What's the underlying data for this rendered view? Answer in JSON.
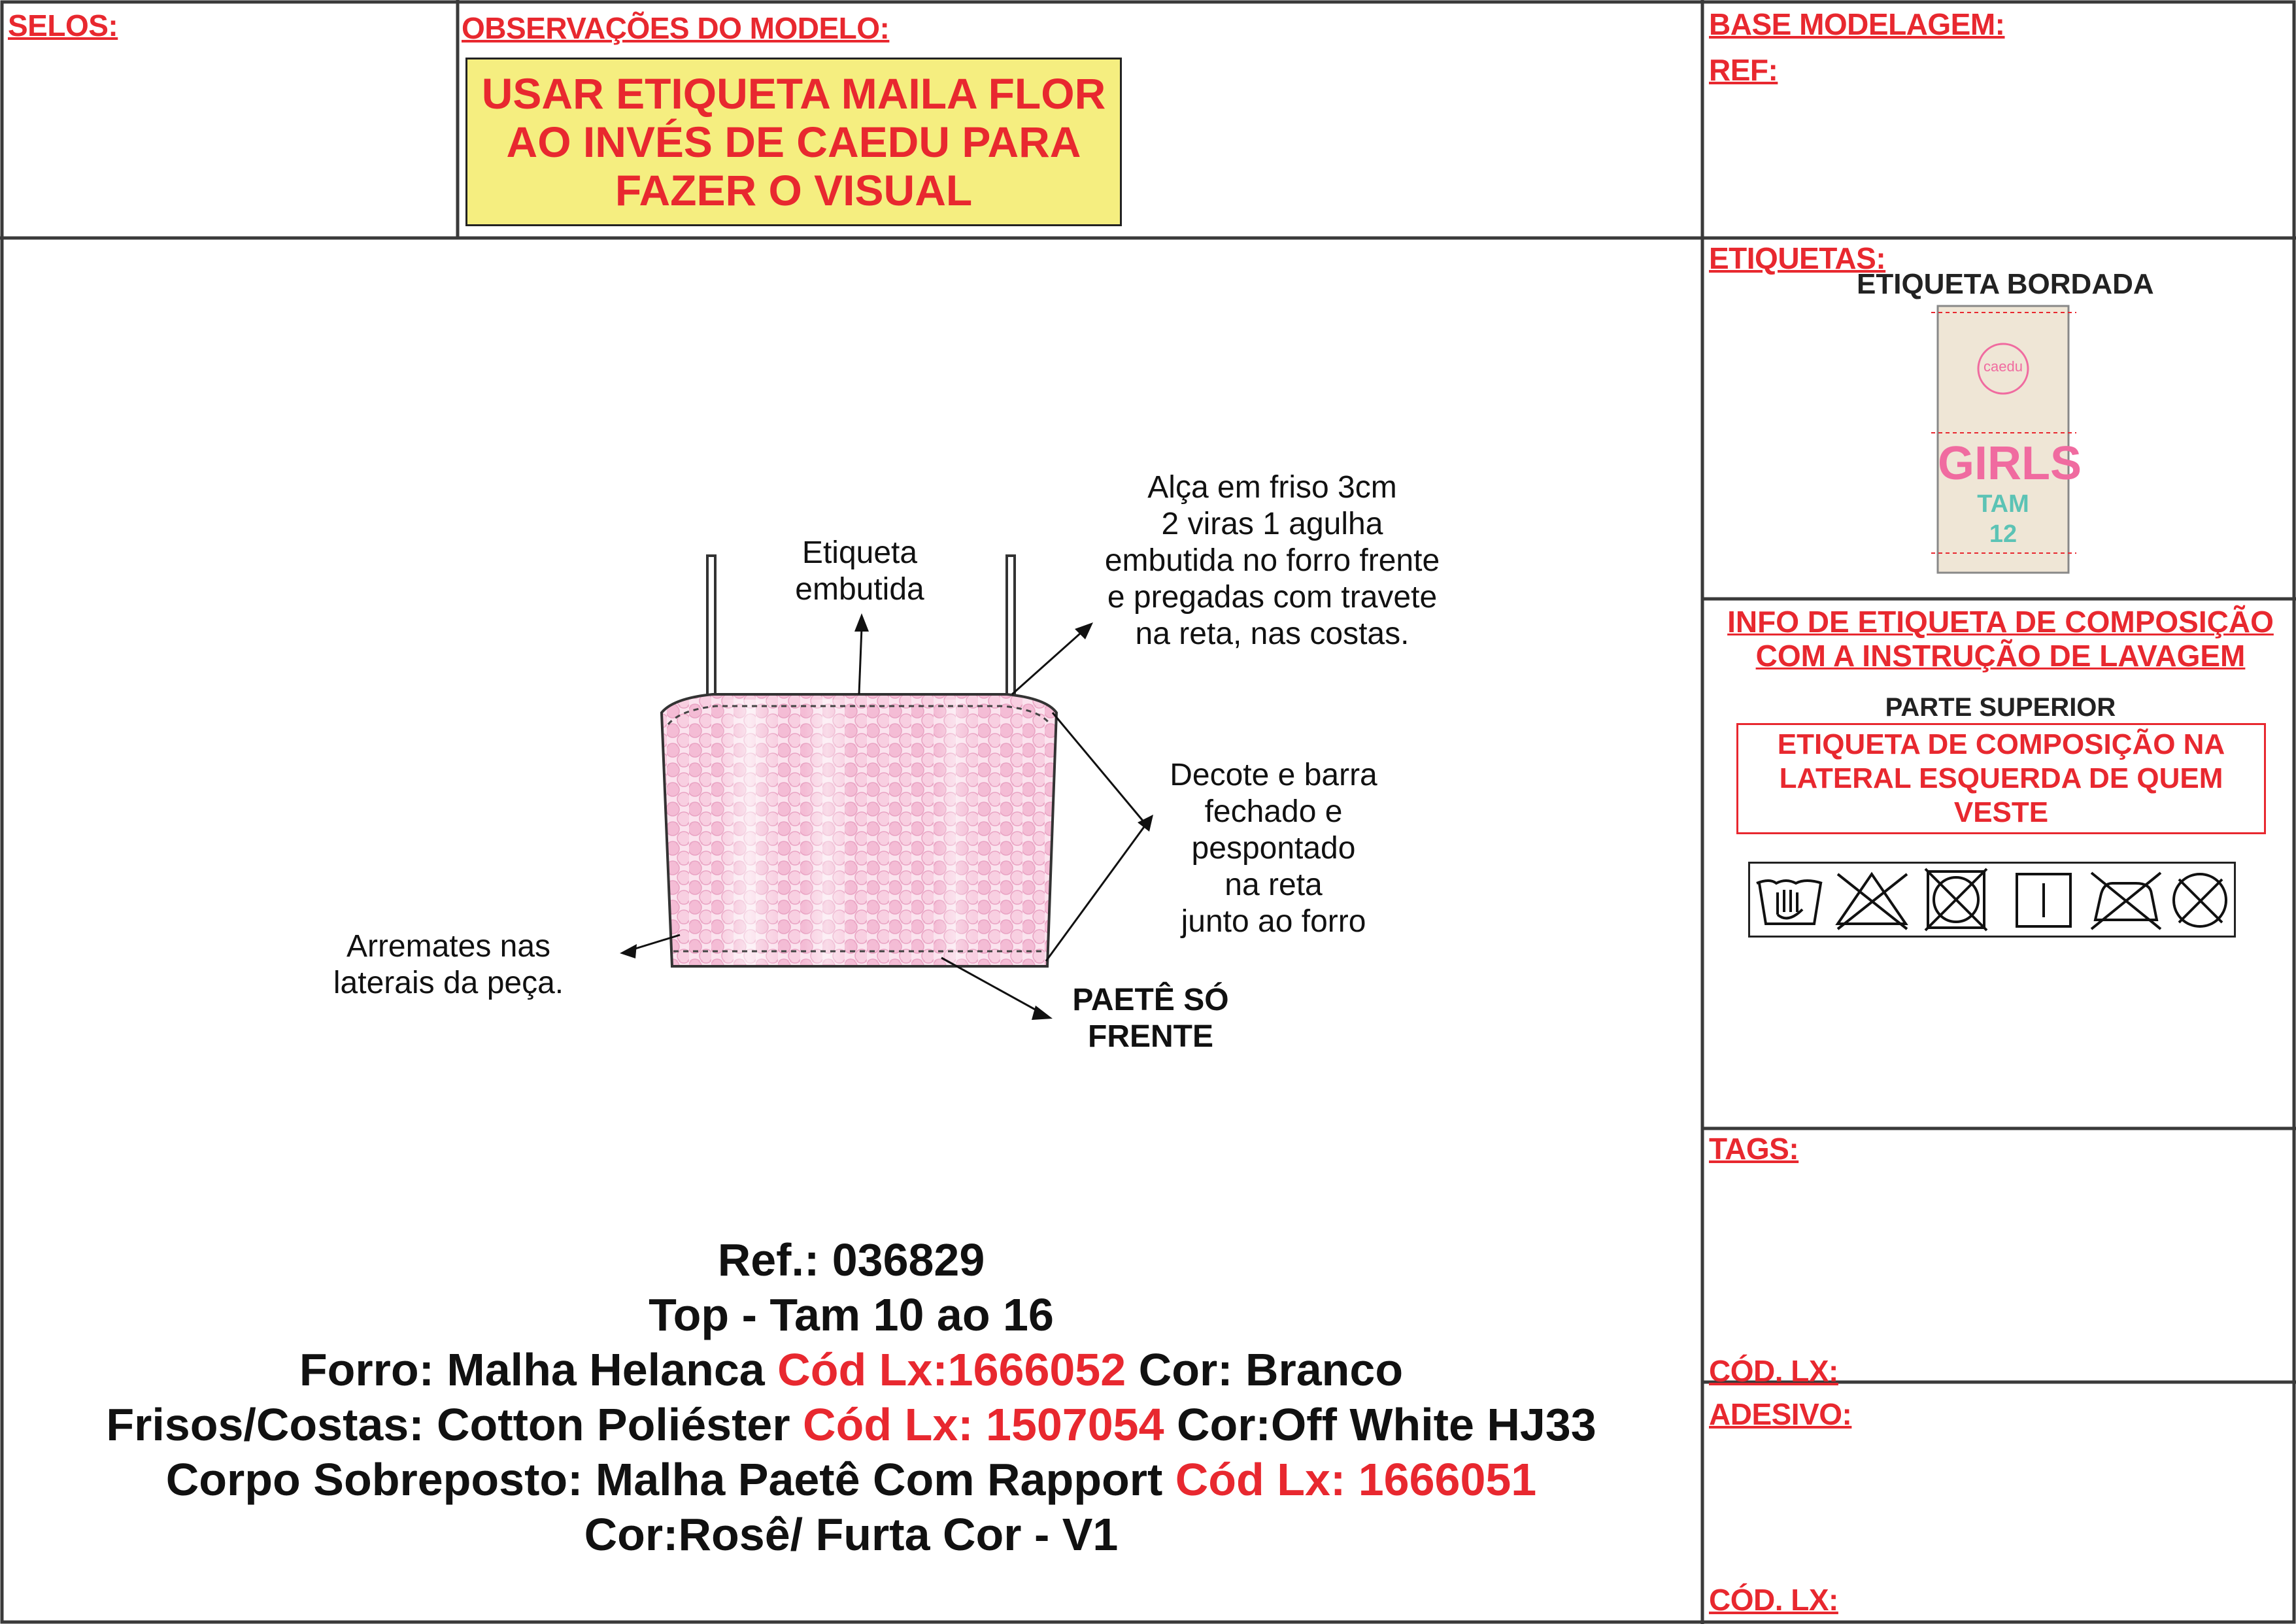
{
  "headers": {
    "selos": "SELOS:",
    "observacoes": "OBSERVAÇÕES DO MODELO:",
    "base_modelagem": "BASE MODELAGEM:",
    "ref": "REF:",
    "etiquetas": "ETIQUETAS:",
    "tags": "TAGS:",
    "cod_lx_tags": "CÓD. LX:",
    "adesivo": "ADESIVO:",
    "cod_lx_adesivo": "CÓD. LX:"
  },
  "observation": {
    "lines": [
      "USAR ETIQUETA MAILA FLOR",
      "AO INVÉS DE CAEDU PARA",
      "FAZER O VISUAL"
    ]
  },
  "label": {
    "title": "ETIQUETA BORDADA",
    "brand": "caedu",
    "line": "GIRLS",
    "size_label": "TAM",
    "size": "12"
  },
  "composition": {
    "title_lines": [
      "INFO DE ETIQUETA DE COMPOSIÇÃO",
      "COM A INSTRUÇÃO DE LAVAGEM"
    ],
    "part": "PARTE SUPERIOR",
    "instruction_lines": [
      "ETIQUETA DE COMPOSIÇÃO NA",
      "LATERAL ESQUERDA DE QUEM",
      "VESTE"
    ],
    "care_symbols": [
      "hand-wash-icon",
      "do-not-bleach-icon",
      "do-not-tumble-dry-icon",
      "line-dry-icon",
      "do-not-iron-icon",
      "do-not-dry-clean-icon"
    ]
  },
  "annotations": {
    "label_embedded": [
      "Etiqueta",
      "embutida"
    ],
    "strap": [
      "Alça em friso 3cm",
      "2 viras 1 agulha",
      "embutida no forro frente",
      "e pregadas com travete",
      "na reta, nas costas."
    ],
    "neckline": [
      "Decote e barra",
      "fechado e",
      "pespontado",
      "na reta",
      "junto ao forro"
    ],
    "sides": [
      "Arremates nas",
      "laterais da peça."
    ],
    "sequin": [
      "PAETÊ SÓ",
      "FRENTE"
    ]
  },
  "spec": {
    "ref": "Ref.: 036829",
    "product": "Top - Tam 10 ao 16",
    "forro_prefix": "Forro: Malha Helanca ",
    "forro_code": "Cód Lx:1666052",
    "forro_suffix": " Cor: Branco",
    "frisos_prefix": "Frisos/Costas: Cotton Poliéster ",
    "frisos_code": "Cód Lx: 1507054",
    "frisos_suffix": " Cor:Off White HJ33",
    "corpo_prefix": "Corpo Sobreposto: Malha Paetê Com Rapport ",
    "corpo_code": "Cód Lx: 1666051",
    "cor_line": "Cor:Rosê/ Furta Cor - V1"
  },
  "colors": {
    "accent_red": "#e8282f",
    "note_yellow": "#f5ee80",
    "sequin_pink": "#f6c6dc",
    "label_beige": "#efe6d6",
    "label_pink": "#f06ba0",
    "label_teal": "#5cc3b5"
  }
}
